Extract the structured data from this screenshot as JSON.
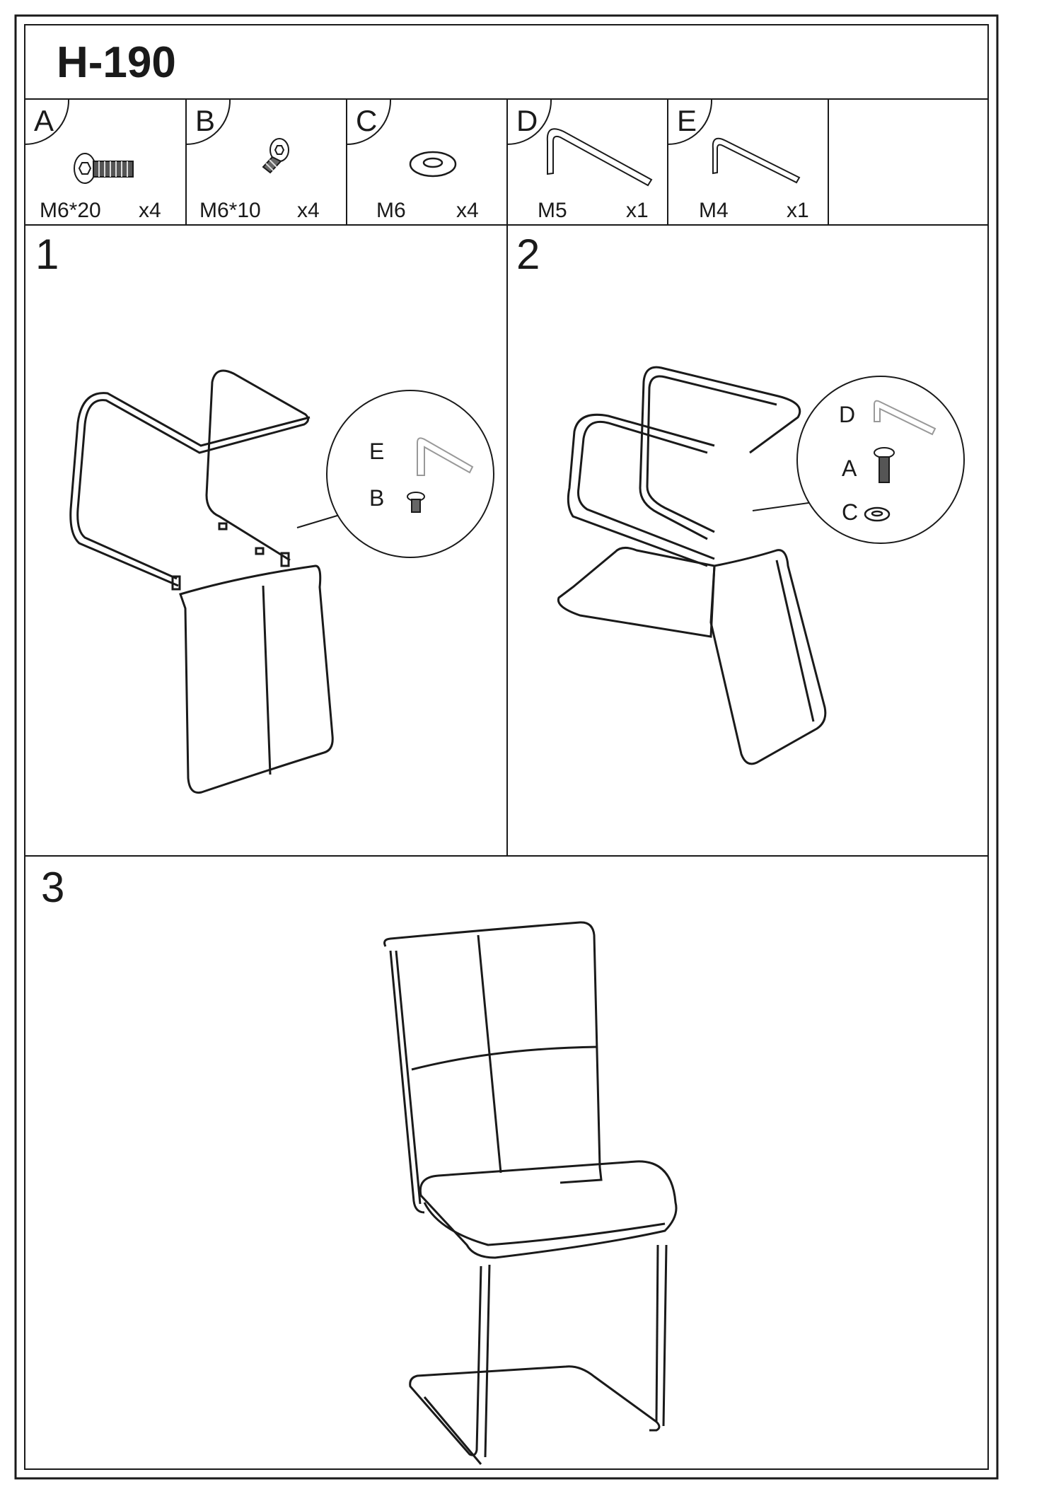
{
  "document": {
    "model": "H-190"
  },
  "parts": [
    {
      "letter": "A",
      "size": "M6*20",
      "qty": "x4",
      "icon": "bolt-icon"
    },
    {
      "letter": "B",
      "size": "M6*10",
      "qty": "x4",
      "icon": "countersunk-screw-icon"
    },
    {
      "letter": "C",
      "size": "M6",
      "qty": "x4",
      "icon": "washer-icon"
    },
    {
      "letter": "D",
      "size": "M5",
      "qty": "x1",
      "icon": "allen-key-icon"
    },
    {
      "letter": "E",
      "size": "M4",
      "qty": "x1",
      "icon": "allen-key-icon"
    }
  ],
  "steps": [
    {
      "number": "1",
      "callout": [
        "E",
        "B"
      ]
    },
    {
      "number": "2",
      "callout": [
        "D",
        "A",
        "C"
      ]
    },
    {
      "number": "3"
    }
  ],
  "colors": {
    "ink": "#1a1a1a",
    "paper": "#ffffff"
  }
}
